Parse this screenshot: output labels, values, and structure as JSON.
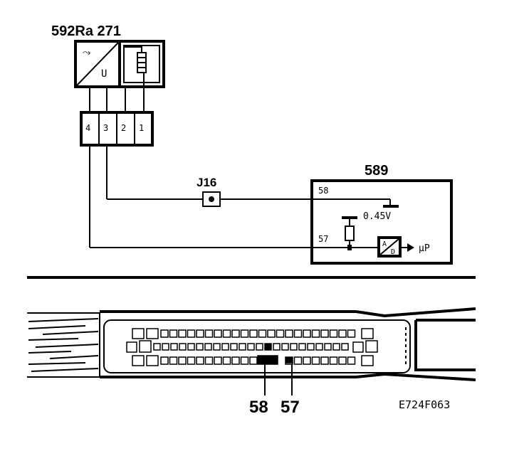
{
  "sensor": {
    "ref_label": "592Ra 271",
    "converter_symbol": "⤳",
    "converter_output": "U"
  },
  "connector": {
    "pins": [
      "4",
      "3",
      "2",
      "1"
    ]
  },
  "junction": {
    "label": "J16"
  },
  "ecu": {
    "ref_label": "589",
    "pin_58": "58",
    "pin_57": "57",
    "voltage": "0.45V",
    "adc_symbol": "D",
    "adc_output": "µP"
  },
  "ecu_connector": {
    "pin_label_58": "58",
    "pin_label_57": "57"
  },
  "figure_ref": "E724F063"
}
